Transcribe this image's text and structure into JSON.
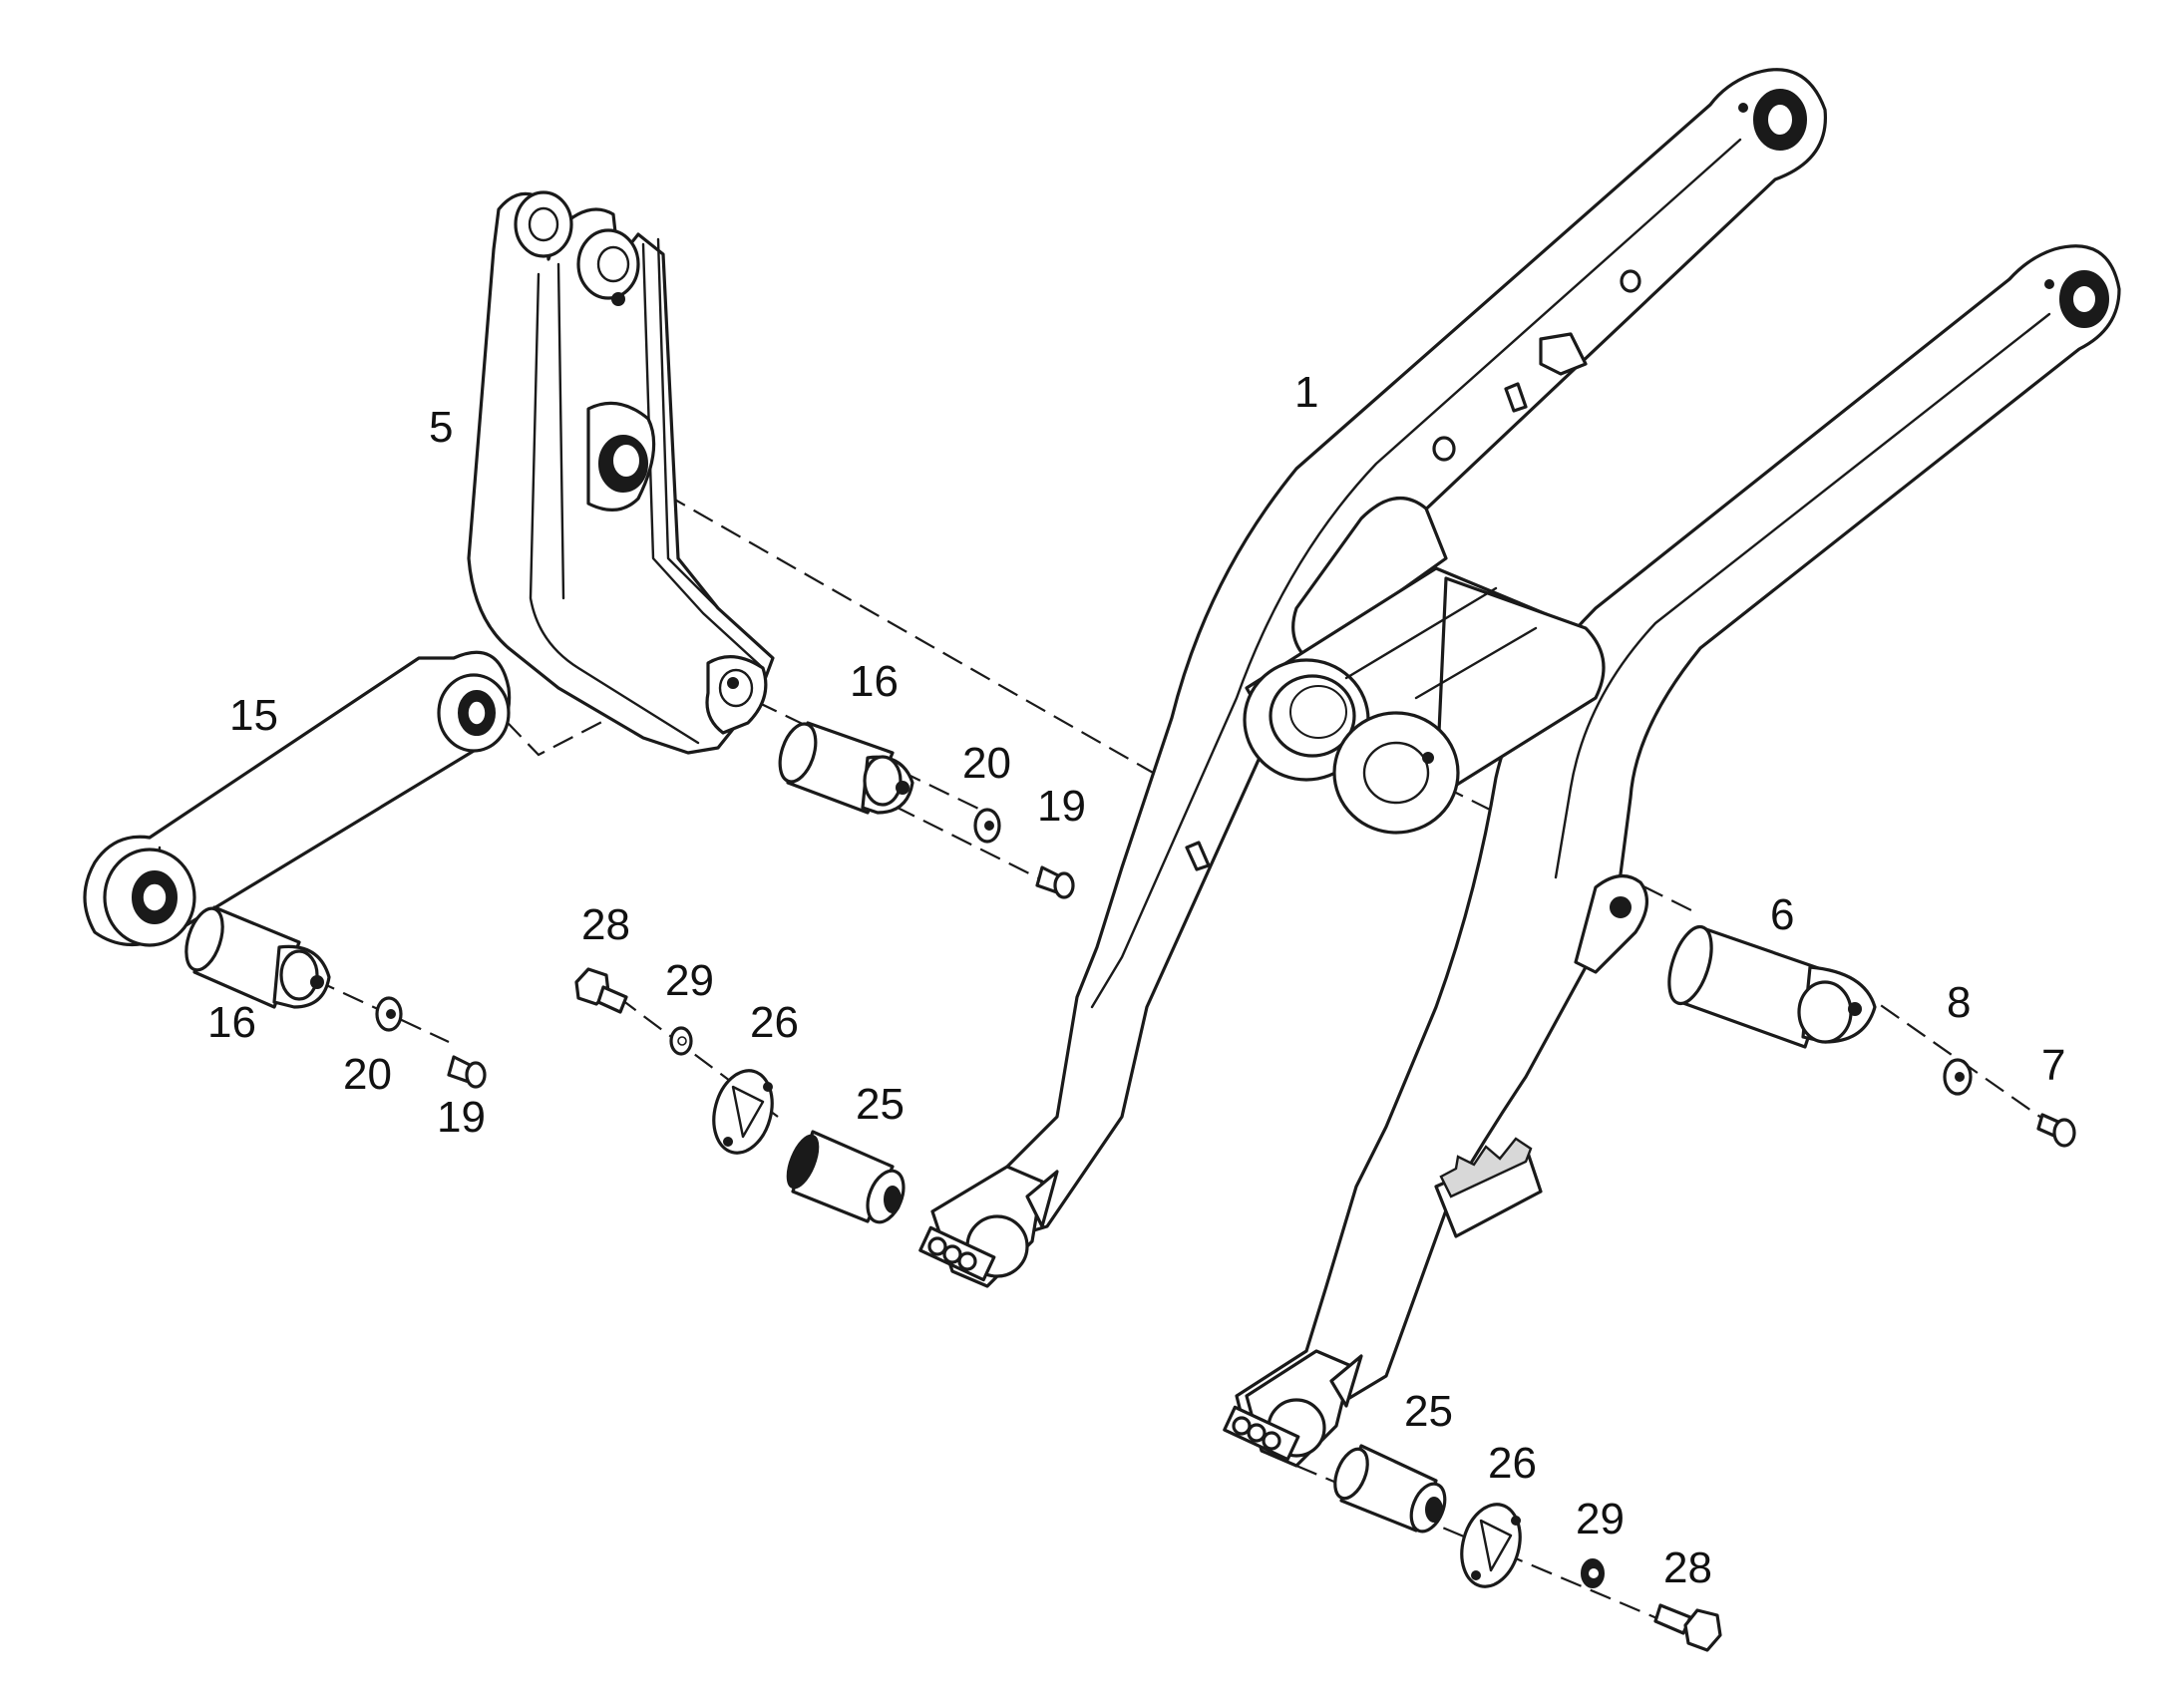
{
  "callouts": {
    "c1": "1",
    "c5": "5",
    "c6": "6",
    "c7": "7",
    "c8": "8",
    "c15": "15",
    "c16a": "16",
    "c16b": "16",
    "c19a": "19",
    "c19b": "19",
    "c20a": "20",
    "c20b": "20",
    "c25a": "25",
    "c25b": "25",
    "c26a": "26",
    "c26b": "26",
    "c28a": "28",
    "c28b": "28",
    "c29a": "29",
    "c29b": "29"
  }
}
